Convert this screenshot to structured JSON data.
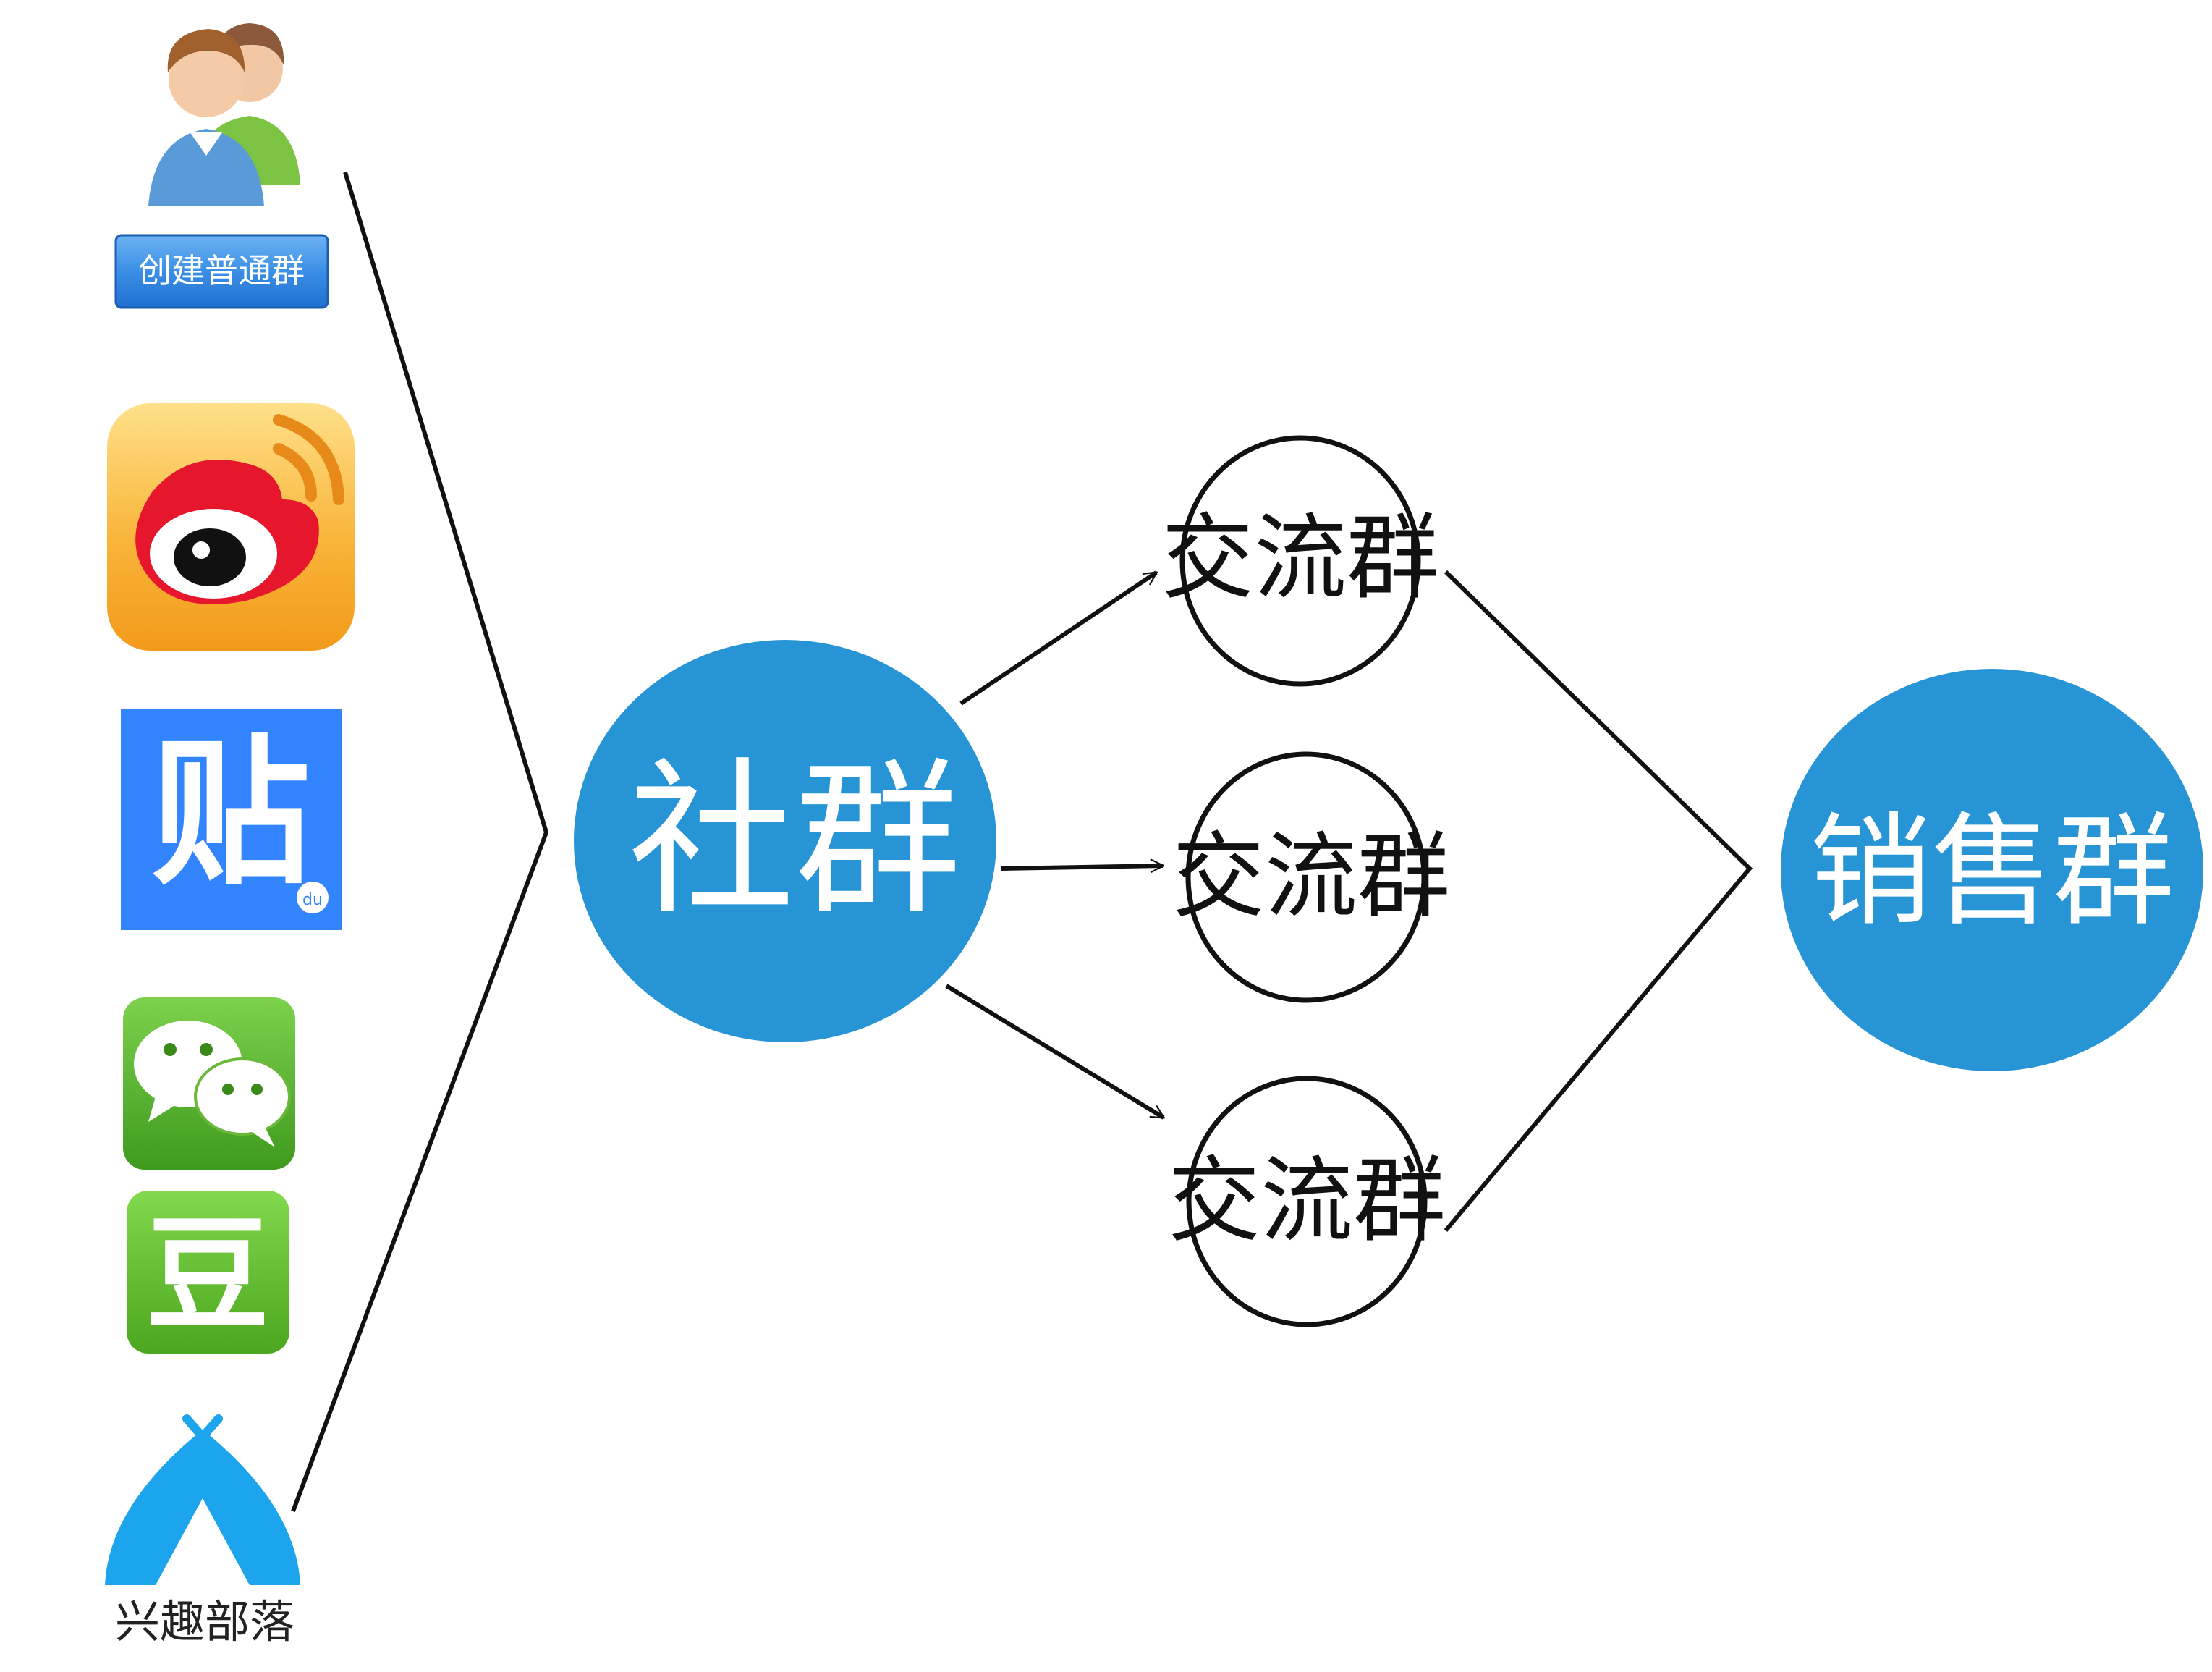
{
  "sources": {
    "group_button_label": "创建普通群",
    "tieba_glyph": "贴",
    "tieba_badge": "du",
    "douban_glyph": "豆",
    "interest_tribe_label": "兴趣部落"
  },
  "hub": {
    "label": "社群"
  },
  "exchange_groups": [
    {
      "label": "交流群"
    },
    {
      "label": "交流群"
    },
    {
      "label": "交流群"
    }
  ],
  "sales": {
    "label": "销售群"
  },
  "colors": {
    "node_blue": "#2794D6",
    "line": "#111111",
    "button_blue": "#2F86E2",
    "weibo_orange": "#F7A623",
    "weibo_red": "#E6162D",
    "tieba_blue": "#3385FF",
    "wechat_green": "#51B12A",
    "douban_green": "#5FBF2B",
    "tribe_blue": "#1CA5EC"
  },
  "icons": [
    "people-icon",
    "weibo-icon",
    "tieba-icon",
    "wechat-icon",
    "douban-icon",
    "interest-tribe-icon"
  ]
}
